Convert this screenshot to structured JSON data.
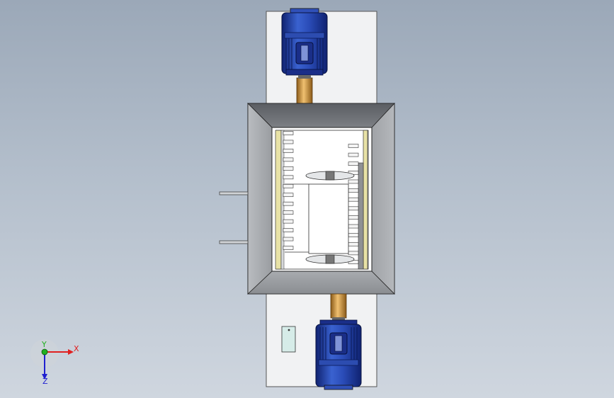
{
  "viewport": {
    "background_top": "#9ba8b8",
    "background_bottom": "#cfd6df"
  },
  "model": {
    "frame_color": "#f1f2f3",
    "hopper_color": "#8f9296",
    "chamber_color": "#ffffff",
    "motor_color": "#1e3ea0",
    "coupling_color": "#c88a2e",
    "rail_color": "#e8e2a6",
    "motors": [
      {
        "position": "top",
        "nameplate_icon": "motor-nameplate-icon"
      },
      {
        "position": "bottom",
        "nameplate_icon": "motor-nameplate-icon"
      }
    ],
    "teeth_left_count": 14,
    "teeth_right_count": 14
  },
  "triad": {
    "x_label": "X",
    "y_label": "Y",
    "z_label": "Z",
    "x_color": "#e02020",
    "y_color": "#20b020",
    "z_color": "#2020d0"
  }
}
